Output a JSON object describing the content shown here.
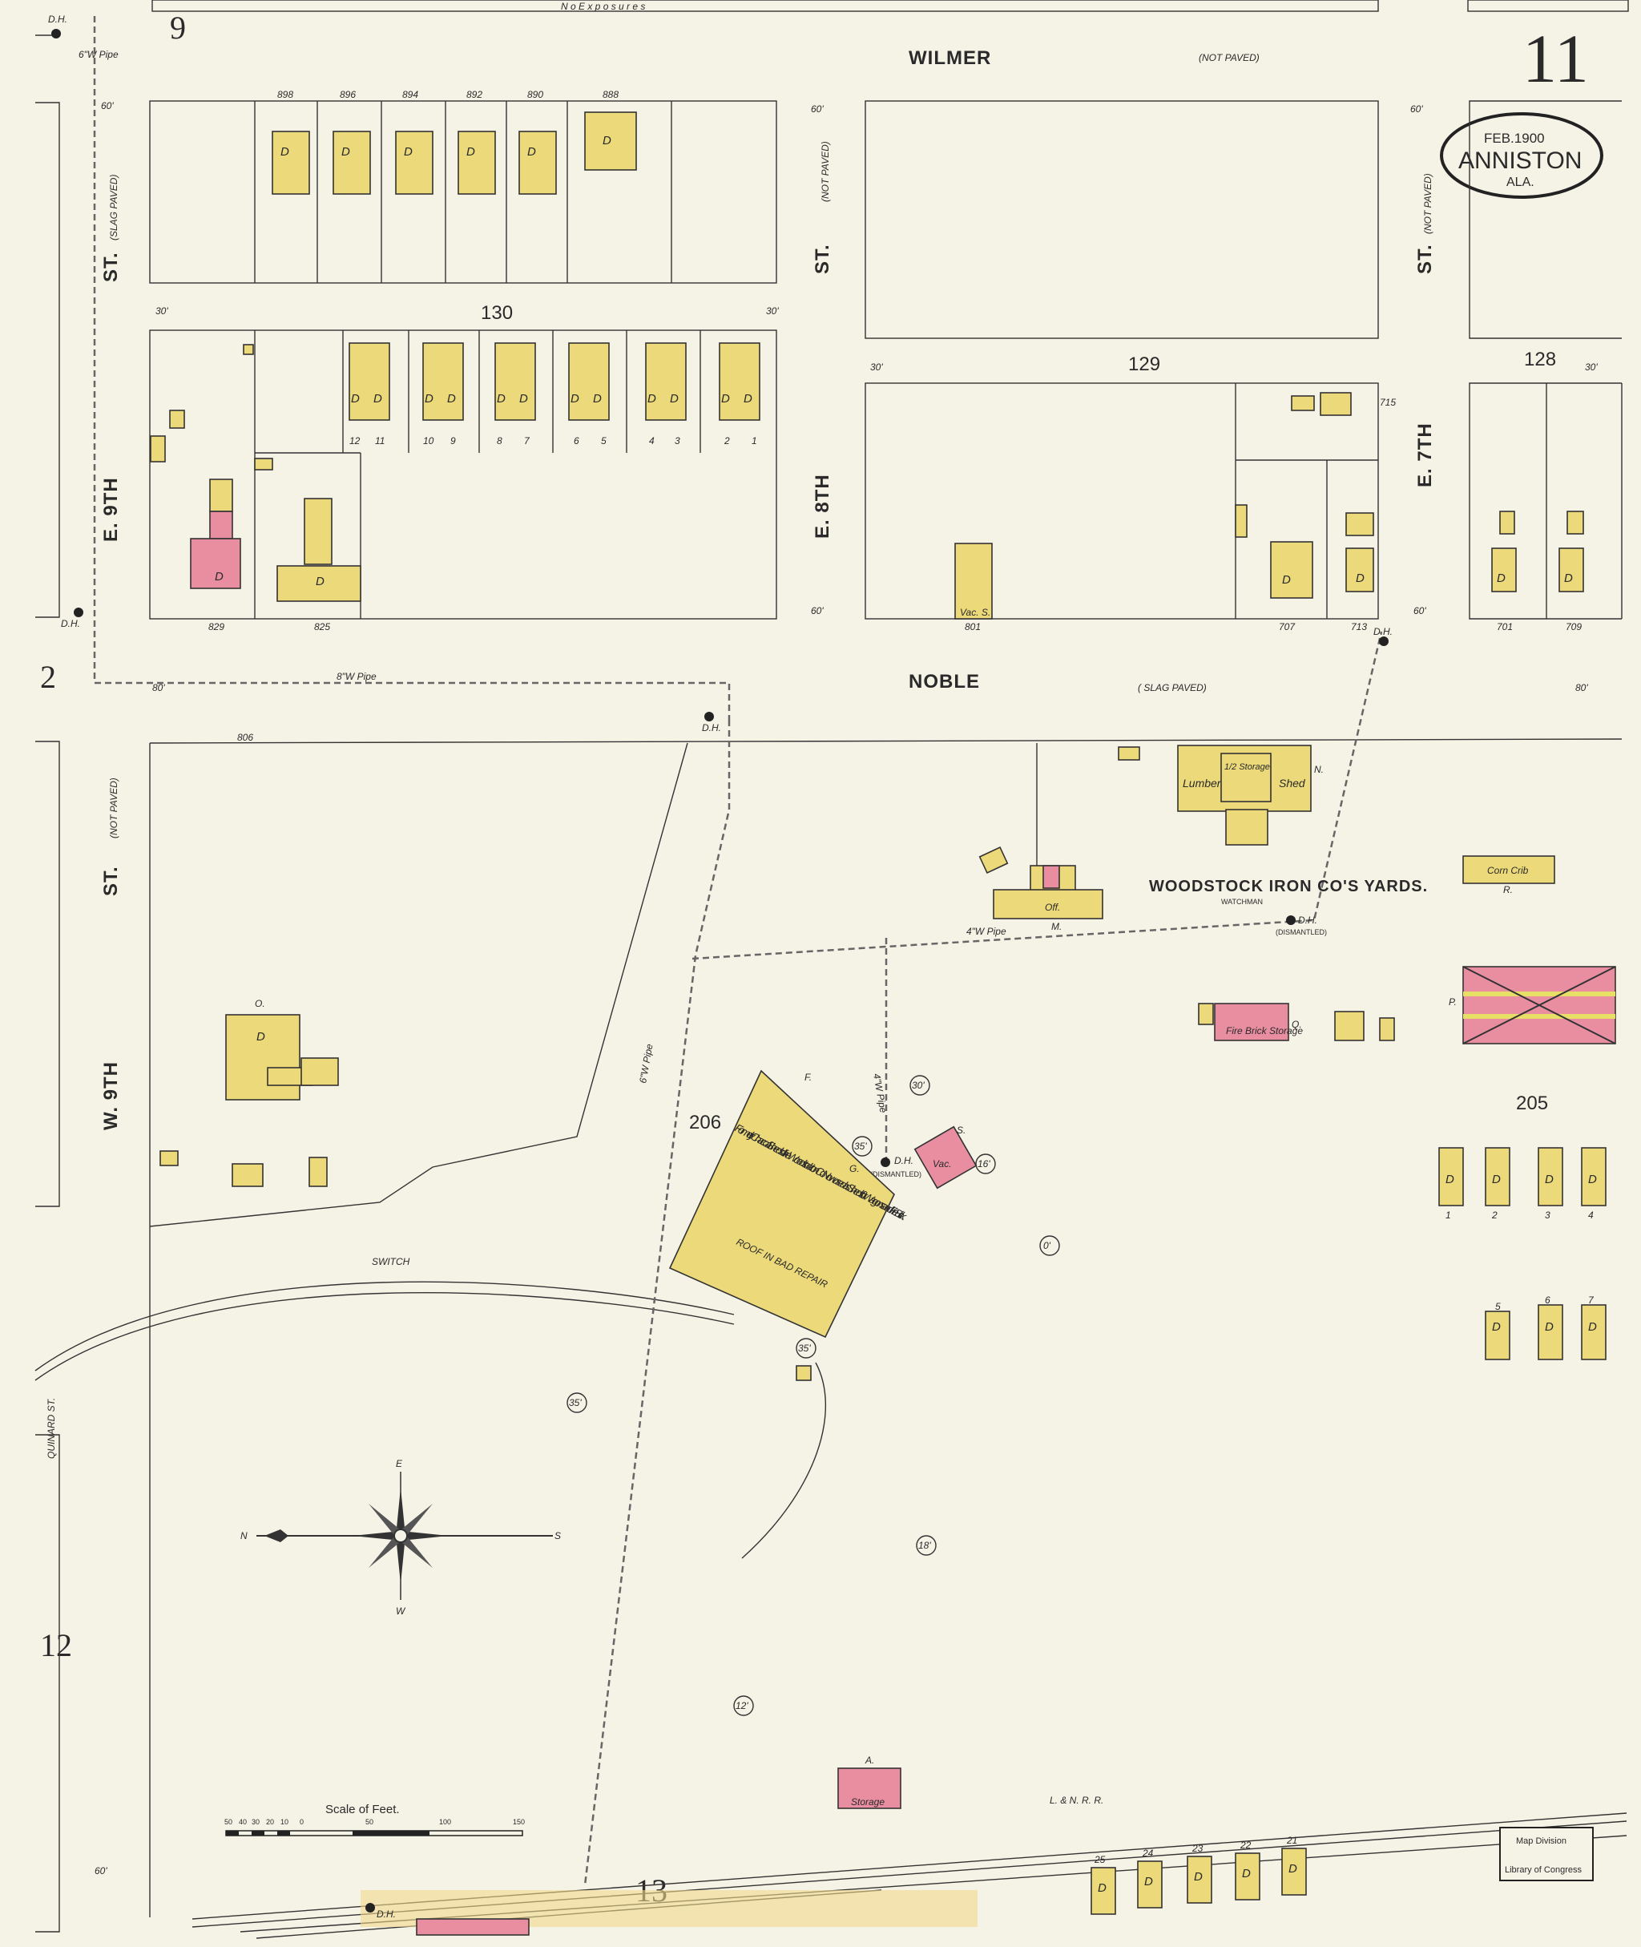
{
  "sheet_number": "11",
  "city_stamp": {
    "date": "FEB.1900",
    "city": "ANNISTON",
    "state": "ALA."
  },
  "adjacent_sheets": {
    "top": "9",
    "left": "2",
    "left_bottom": "12",
    "bottom": "13"
  },
  "top_note": "N o   E x p o s u r e s",
  "streets": {
    "wilmer": "WILMER",
    "wilmer_note": "(NOT PAVED)",
    "noble": "NOBLE",
    "noble_note": "( SLAG PAVED)",
    "e9th_st": "ST.",
    "e9th_note": "(SLAG PAVED)",
    "e9th": "E. 9TH",
    "e8th_st": "ST.",
    "e8th_note": "(NOT PAVED)",
    "e8th": "E. 8TH",
    "e7th_st": "ST.",
    "e7th_note": "(NOT PAVED)",
    "e7th": "E. 7TH",
    "w9th_st": "ST.",
    "w9th_note": "(NOT PAVED)",
    "w9th": "W. 9TH",
    "quintard": "QUINARD ST."
  },
  "blocks": {
    "b130": "130",
    "b129": "129",
    "b128": "128",
    "b206": "206",
    "b205": "205"
  },
  "labels": {
    "woodstock": "WOODSTOCK  IRON  CO'S  YARDS.",
    "watchman": "WATCHMAN",
    "charcoal": "Formerly Charcoal Sheds of the Woodstock Iron Co. Now used as Sheds for Wagons and Fire Brick.",
    "roof_repair": "ROOF IN BAD REPAIR",
    "fire_brick": "Fire Brick Storage",
    "lumber": "Lumber",
    "storage_1_2": "1/2 Storage",
    "shed": "Shed",
    "storage": "Storage",
    "corn_crib": "Corn Crib",
    "office": "Off.",
    "vac": "Vac.",
    "vac_s": "Vac. S.",
    "switch": "SWITCH",
    "lnrr": "L. & N. R. R.",
    "dh": "D.H.",
    "dismantled": "(DISMANTLED)",
    "scale": "Scale of Feet.",
    "map_division": "Map Division",
    "loc": "Library of Congress"
  },
  "house_numbers_top": [
    "898",
    "896",
    "894",
    "892",
    "890",
    "888"
  ],
  "lot_numbers_mid": [
    "12",
    "11",
    "10",
    "9",
    "8",
    "7",
    "6",
    "5",
    "4",
    "3",
    "2",
    "1"
  ],
  "address_numbers": {
    "a829": "829",
    "a825": "825",
    "a801": "801",
    "a707": "707",
    "a713": "713",
    "a701": "701",
    "a709": "709",
    "a806": "806",
    "a715": "715"
  },
  "elevations": [
    "30'",
    "35'",
    "16'",
    "0'",
    "35'",
    "35'",
    "18'",
    "12'"
  ],
  "pipe_labels": {
    "p6w": "6\"W Pipe",
    "p8w": "8\"W Pipe",
    "p4w": "4\"W Pipe",
    "p4w2": "4\"W Pipe",
    "p6w2": "6\"W Pipe"
  },
  "street_widths": {
    "w60": "60'",
    "w30": "30'",
    "w80": "80'"
  },
  "right_lots": [
    "1",
    "2",
    "3",
    "4",
    "5",
    "6",
    "7"
  ],
  "bottom_lots": [
    "25",
    "24",
    "23",
    "22",
    "21"
  ],
  "dwelling": "D",
  "scale_ticks": [
    "50",
    "40",
    "30",
    "20",
    "10",
    "0",
    "50",
    "100",
    "150"
  ],
  "compass": {
    "n": "N",
    "s": "S",
    "e": "E",
    "w": "W"
  },
  "letters": {
    "F": "F.",
    "G": "G.",
    "S": "S.",
    "A": "A.",
    "P": "P.",
    "Q": "Q.",
    "R": "R.",
    "M": "M.",
    "N": "N.",
    "O": "O."
  }
}
